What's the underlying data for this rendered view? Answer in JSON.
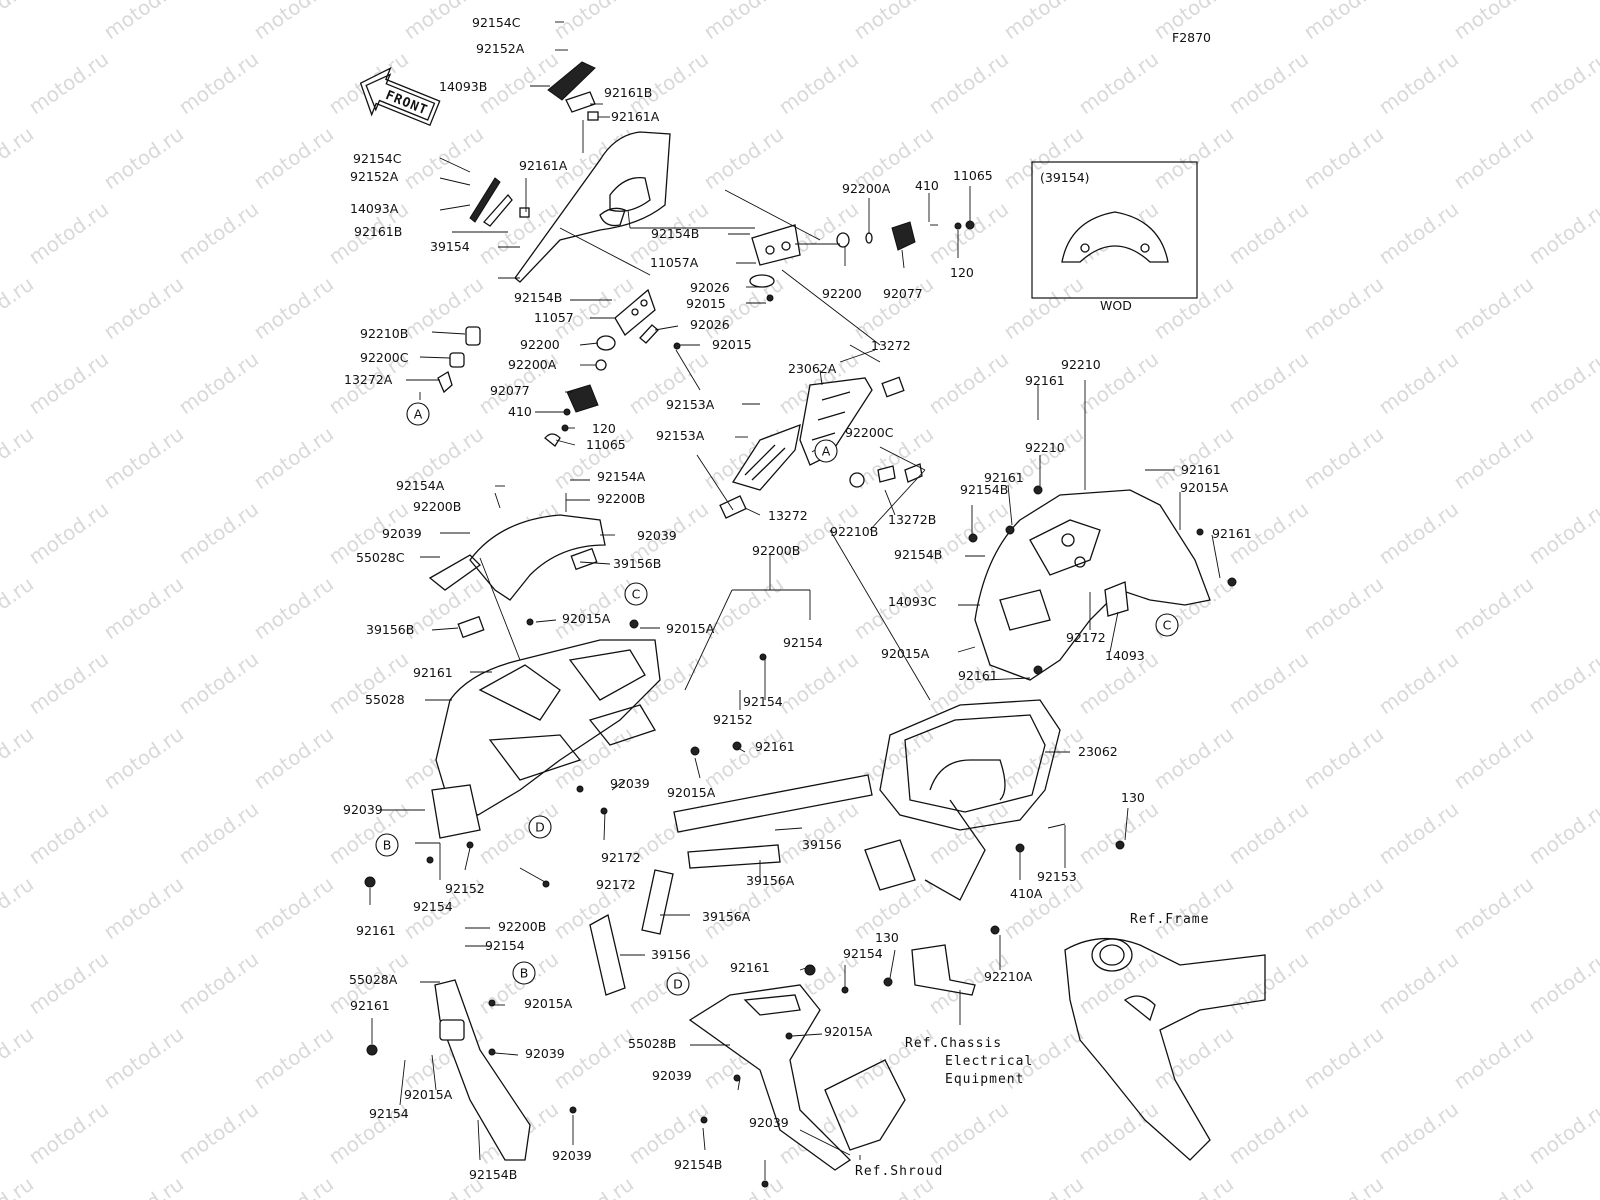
{
  "figure_code": "F2870",
  "watermark": "motod.ru",
  "front_badge": "FRONT",
  "inset": {
    "title": "(39154)",
    "caption": "WOD"
  },
  "refs": {
    "frame": "Ref.Frame",
    "chassis": [
      "Ref.Chassis",
      "Electrical",
      "Equipment"
    ],
    "shroud": "Ref.Shroud"
  },
  "markers": [
    "A",
    "A",
    "B",
    "B",
    "C",
    "C",
    "D",
    "D"
  ],
  "labels": [
    "92154C",
    "92152A",
    "14093B",
    "92161B",
    "92161A",
    "92154C",
    "92152A",
    "92161A",
    "14093A",
    "92161B",
    "39154",
    "92154B",
    "11057A",
    "92026",
    "92015",
    "92200",
    "92077",
    "92200A",
    "410",
    "11065",
    "120",
    "92154B",
    "11057",
    "92026",
    "92015",
    "92200",
    "92200A",
    "92077",
    "410",
    "120",
    "11065",
    "92210B",
    "92200C",
    "13272A",
    "13272",
    "23062A",
    "92153A",
    "92153A",
    "92200C",
    "13272",
    "13272B",
    "92210B",
    "92154A",
    "92200B",
    "92154A",
    "92200B",
    "92039",
    "55028C",
    "92039",
    "39156B",
    "39156B",
    "92200B",
    "92015A",
    "92015A",
    "92154",
    "92161",
    "55028",
    "92154",
    "92152",
    "92161",
    "92039",
    "92015A",
    "92039",
    "92172",
    "92172",
    "92154",
    "92152",
    "92161",
    "92200B",
    "92154",
    "39156",
    "39156A",
    "39156A",
    "39156",
    "92210",
    "92161",
    "92210",
    "92161",
    "92154B",
    "92161",
    "92015A",
    "92161",
    "92154B",
    "14093C",
    "92172",
    "14093",
    "92015A",
    "92161",
    "23062",
    "130",
    "92153",
    "410A",
    "130",
    "92210A",
    "92161",
    "92154",
    "55028B",
    "92015A",
    "92039",
    "92039",
    "92154B",
    "55028A",
    "92161",
    "92015A",
    "92039",
    "92015A",
    "92154",
    "92154B",
    "92039"
  ]
}
